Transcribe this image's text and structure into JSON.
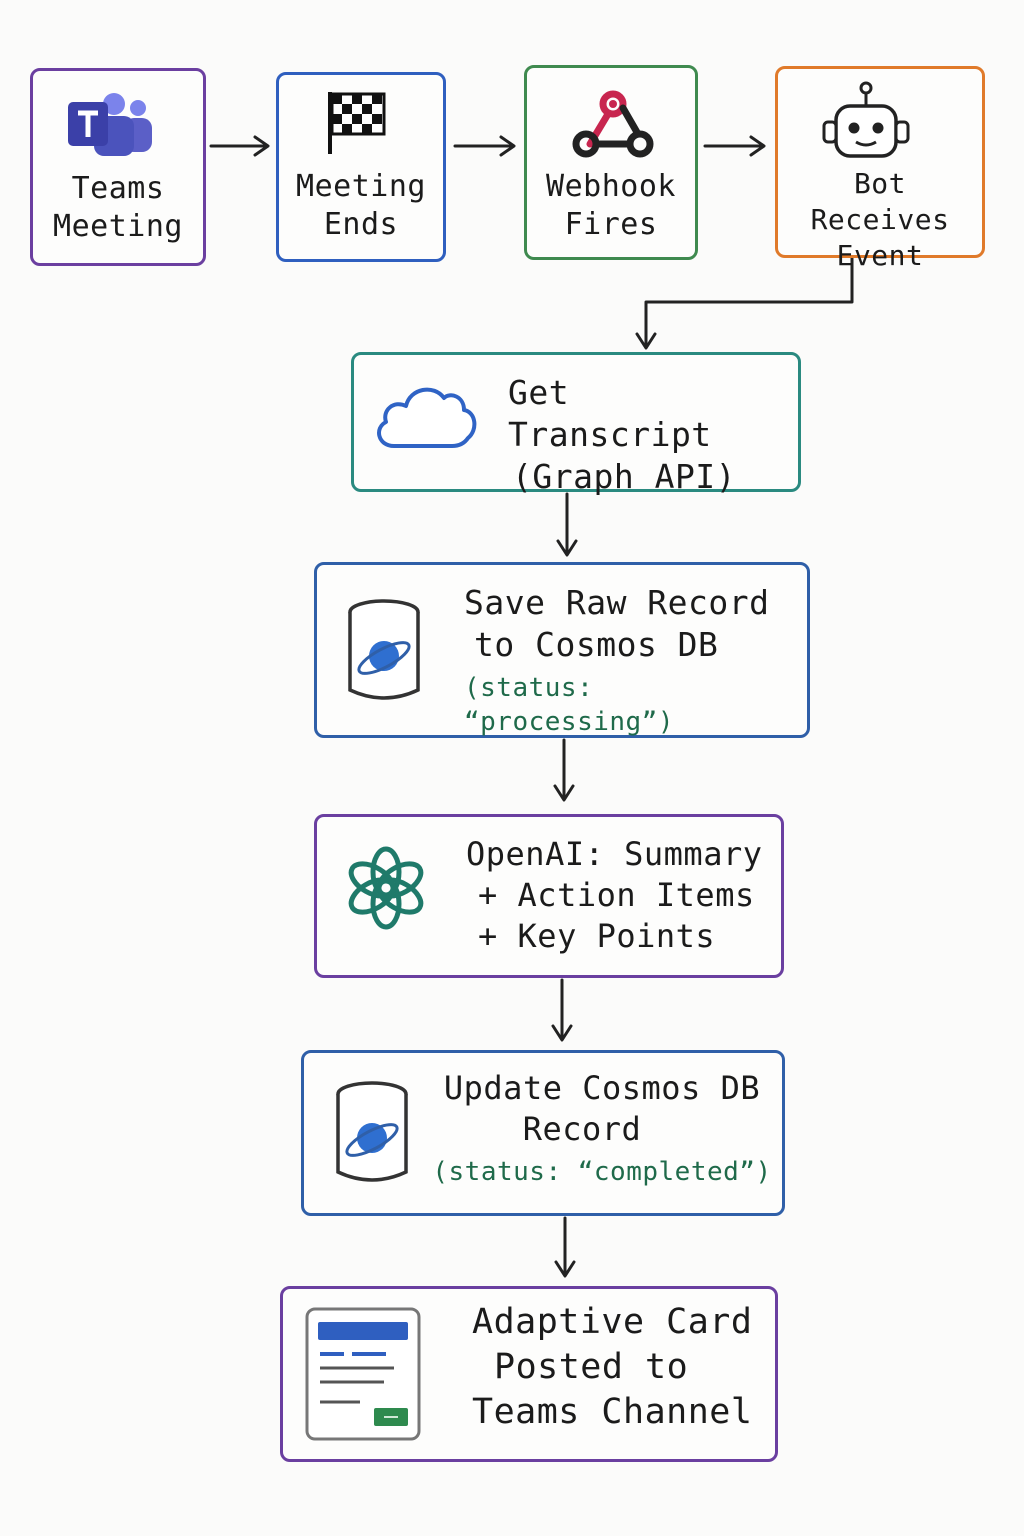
{
  "nodes": [
    {
      "id": "teams-meeting",
      "lines": [
        "Teams",
        "Meeting"
      ],
      "icon": "teams-icon",
      "color": "#6b3fa0"
    },
    {
      "id": "meeting-ends",
      "lines": [
        "Meeting",
        "Ends"
      ],
      "icon": "checkered-flag-icon",
      "color": "#2f5fbf"
    },
    {
      "id": "webhook-fires",
      "lines": [
        "Webhook",
        "Fires"
      ],
      "icon": "webhook-icon",
      "color": "#3f8a4f"
    },
    {
      "id": "bot-receives-event",
      "lines": [
        "Bot Receives",
        "Event"
      ],
      "icon": "robot-icon",
      "color": "#e07a2a"
    },
    {
      "id": "get-transcript",
      "lines": [
        "Get Transcript",
        "(Graph API)"
      ],
      "icon": "cloud-icon",
      "color": "#2a8a80"
    },
    {
      "id": "save-raw-record",
      "lines": [
        "Save Raw Record",
        "to Cosmos DB"
      ],
      "status": "(status: “processing”)",
      "icon": "cosmos-db-icon",
      "color": "#2f5fa8"
    },
    {
      "id": "openai-summary",
      "lines": [
        "OpenAI: Summary",
        "+ Action Items",
        "+ Key Points"
      ],
      "icon": "openai-icon",
      "color": "#6a3fa0"
    },
    {
      "id": "update-cosmos-record",
      "lines": [
        "Update Cosmos DB",
        "Record"
      ],
      "status": "(status: “completed”)",
      "icon": "cosmos-db-icon",
      "color": "#2f5fa8"
    },
    {
      "id": "adaptive-card-posted",
      "lines": [
        "Adaptive Card",
        "Posted to",
        "Teams Channel"
      ],
      "icon": "adaptive-card-icon",
      "color": "#6a3fa0"
    }
  ]
}
